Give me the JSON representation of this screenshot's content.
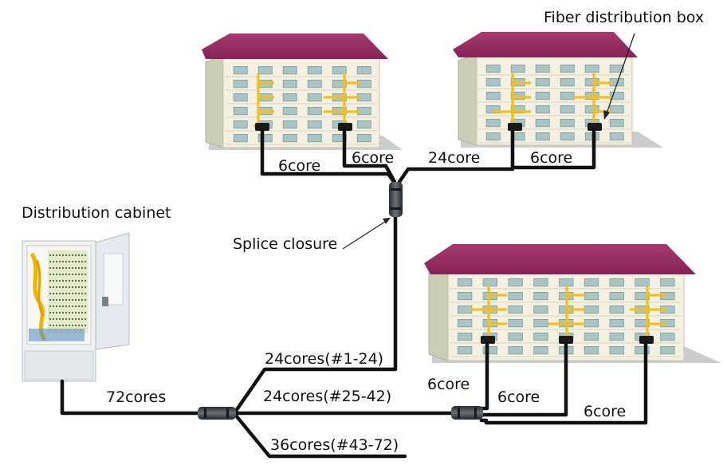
{
  "labels": {
    "fiber_distribution_box": "Fiber distribution box",
    "distribution_cabinet": "Distribution cabinet",
    "splice_closure": "Splice closure",
    "b1_left_drop": "6core",
    "b1_right_drop": "6core",
    "b2_feed": "24core",
    "b2_drop": "6core",
    "b3_drop_a": "6core",
    "b3_drop_b": "6core",
    "b3_drop_c": "6core",
    "main_feed": "72cores",
    "branch_top": "24cores(#1-24)",
    "branch_middle": "24cores(#25-42)",
    "branch_bottom": "36cores(#43-72)"
  },
  "colors": {
    "roof": "#9a2d62",
    "wall": "#f3f0e2",
    "wall_side": "#c9ceb5",
    "window": "#a9c4c4",
    "fiber": "#f3c018",
    "cable": "#111111",
    "cabinet": "#eef1f3"
  }
}
